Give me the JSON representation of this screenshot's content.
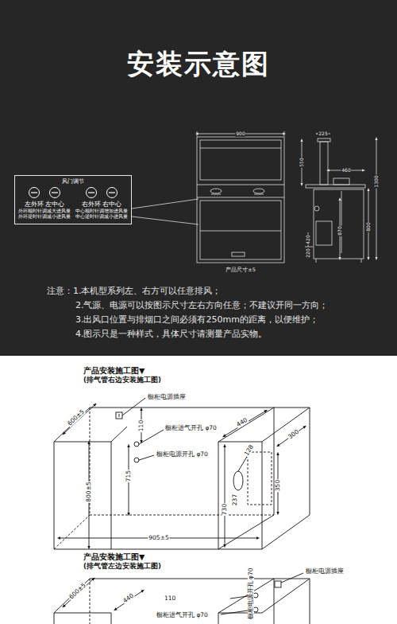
{
  "diagram": {
    "title": "安装示意图",
    "nodes": [
      {
        "text": [
          "风门调节",
          "左外环 左中心",
          "外环顺时针调减大进风量 外环逆时针调减小进风量",
          "右外环 右中心",
          "中心顺时针调增加进风量 中心逆时针调减小进风量"
        ]
      }
    ],
    "labels": [
      "900",
      "产品尺寸±5",
      "225",
      "550",
      "460",
      "1300",
      "800",
      "870",
      "420",
      "220",
      "注意：1.本机型系列左、右方可以任意排风；",
      "2.气源、电源可以按图示尺寸左右方向任意；不建议开同一方向；",
      "3.出风口位置与排烟口之间必须有250mm的距离，以便维护；",
      "4.图示只是一种样式，具体尺寸请测量产品实物。",
      "产品安装施工图▼",
      "(排气管右边安装施工图)",
      "橱柜电源插座",
      "600±5",
      "110",
      "橱柜进气开孔 φ70",
      "440",
      "橱柜电源开孔 φ70",
      "715",
      "800±5",
      "730",
      "128",
      "300",
      "237",
      "350",
      "905±5",
      "产品安装施工图▼",
      "(排气管左边安装施工图)",
      "橱柜电源插座",
      "600±5",
      "440",
      "110",
      "橱柜电源开孔 φ70",
      "橱柜进气开孔 φ70"
    ]
  }
}
